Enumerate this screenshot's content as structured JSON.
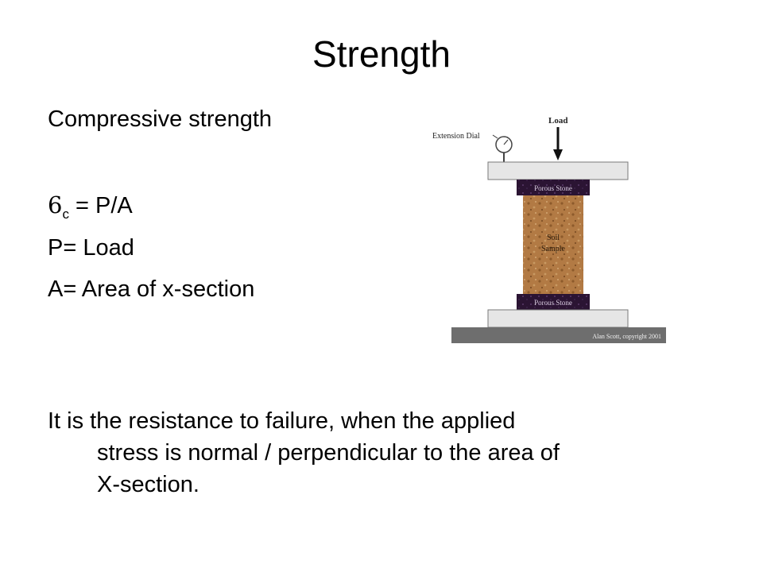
{
  "slide": {
    "title": "Strength",
    "heading": "Compressive strength",
    "formula": {
      "symbol": "6",
      "subscript": "c",
      "rhs": " = P/A"
    },
    "definitions": [
      "P= Load",
      "A= Area of x-section"
    ],
    "description": {
      "line1": "It is the resistance to failure, when the applied",
      "line2": "stress is normal / perpendicular to the area of",
      "line3": "X-section."
    }
  },
  "diagram": {
    "load_label": "Load",
    "dial_label": "Extension Dial",
    "top_stone_label": "Porous Stone",
    "bottom_stone_label": "Porous Stone",
    "sample_label_1": "Soil",
    "sample_label_2": "Sample",
    "credit": "Alan Scott, copyright 2001",
    "colors": {
      "platen": "#e6e6e6",
      "stone": "#2b1433",
      "soil": "#b27a44",
      "base": "#6e6e6e"
    }
  }
}
